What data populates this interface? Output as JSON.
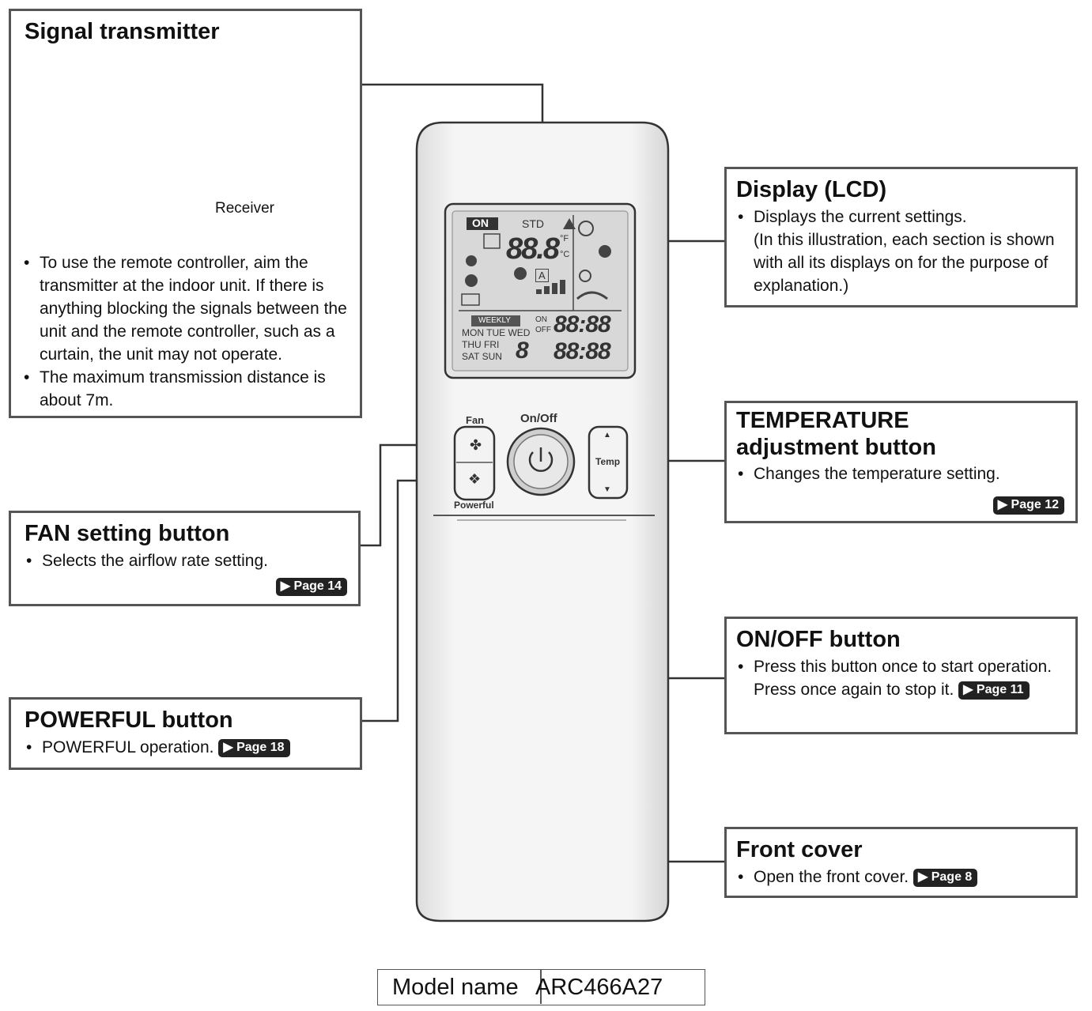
{
  "signal": {
    "title": "Signal transmitter",
    "receiver_label": "Receiver",
    "bullets": [
      "To use the remote controller, aim the transmitter at the indoor unit. If there is anything blocking the signals between the unit and the remote controller, such as a curtain, the unit may not operate.",
      "The maximum transmission distance is about 7m."
    ]
  },
  "display": {
    "title": "Display (LCD)",
    "bullet_1": "Displays the current settings.",
    "bullet_2": "(In this illustration, each section is shown with all its displays on for the purpose of explanation.)"
  },
  "temperature": {
    "title_1": "TEMPERATURE",
    "title_2": "adjustment button",
    "bullet": "Changes the temperature setting.",
    "page": "Page 12"
  },
  "fan": {
    "title": "FAN setting button",
    "bullet": "Selects the airflow rate setting.",
    "page": "Page 14"
  },
  "powerful": {
    "title": "POWERFUL button",
    "bullet": "POWERFUL operation.",
    "page": "Page 18"
  },
  "onoff": {
    "title": "ON/OFF button",
    "bullet_1": "Press this button once to start operation.",
    "bullet_2": "Press once again to stop it.",
    "page": "Page 11"
  },
  "front_cover": {
    "title": "Front cover",
    "bullet": "Open the front cover.",
    "page": "Page 8"
  },
  "remote": {
    "fan_label": "Fan",
    "onoff_label": "On/Off",
    "temp_label": "Temp",
    "powerful_label": "Powerful"
  },
  "lcd": {
    "on": "ON",
    "std": "STD",
    "temp_digits": "88.8",
    "deg_f": "°F",
    "deg_c": "°C",
    "weekly": "WEEKLY",
    "days_1": "MON TUE WED",
    "days_2": "THU FRI",
    "days_3": "SAT SUN",
    "day_digit": "8",
    "on_lbl": "ON",
    "off_lbl": "OFF",
    "time_1": "88:88",
    "time_2": "88:88",
    "mode_a": "A"
  },
  "model": {
    "label": "Model name",
    "value": "ARC466A27"
  }
}
